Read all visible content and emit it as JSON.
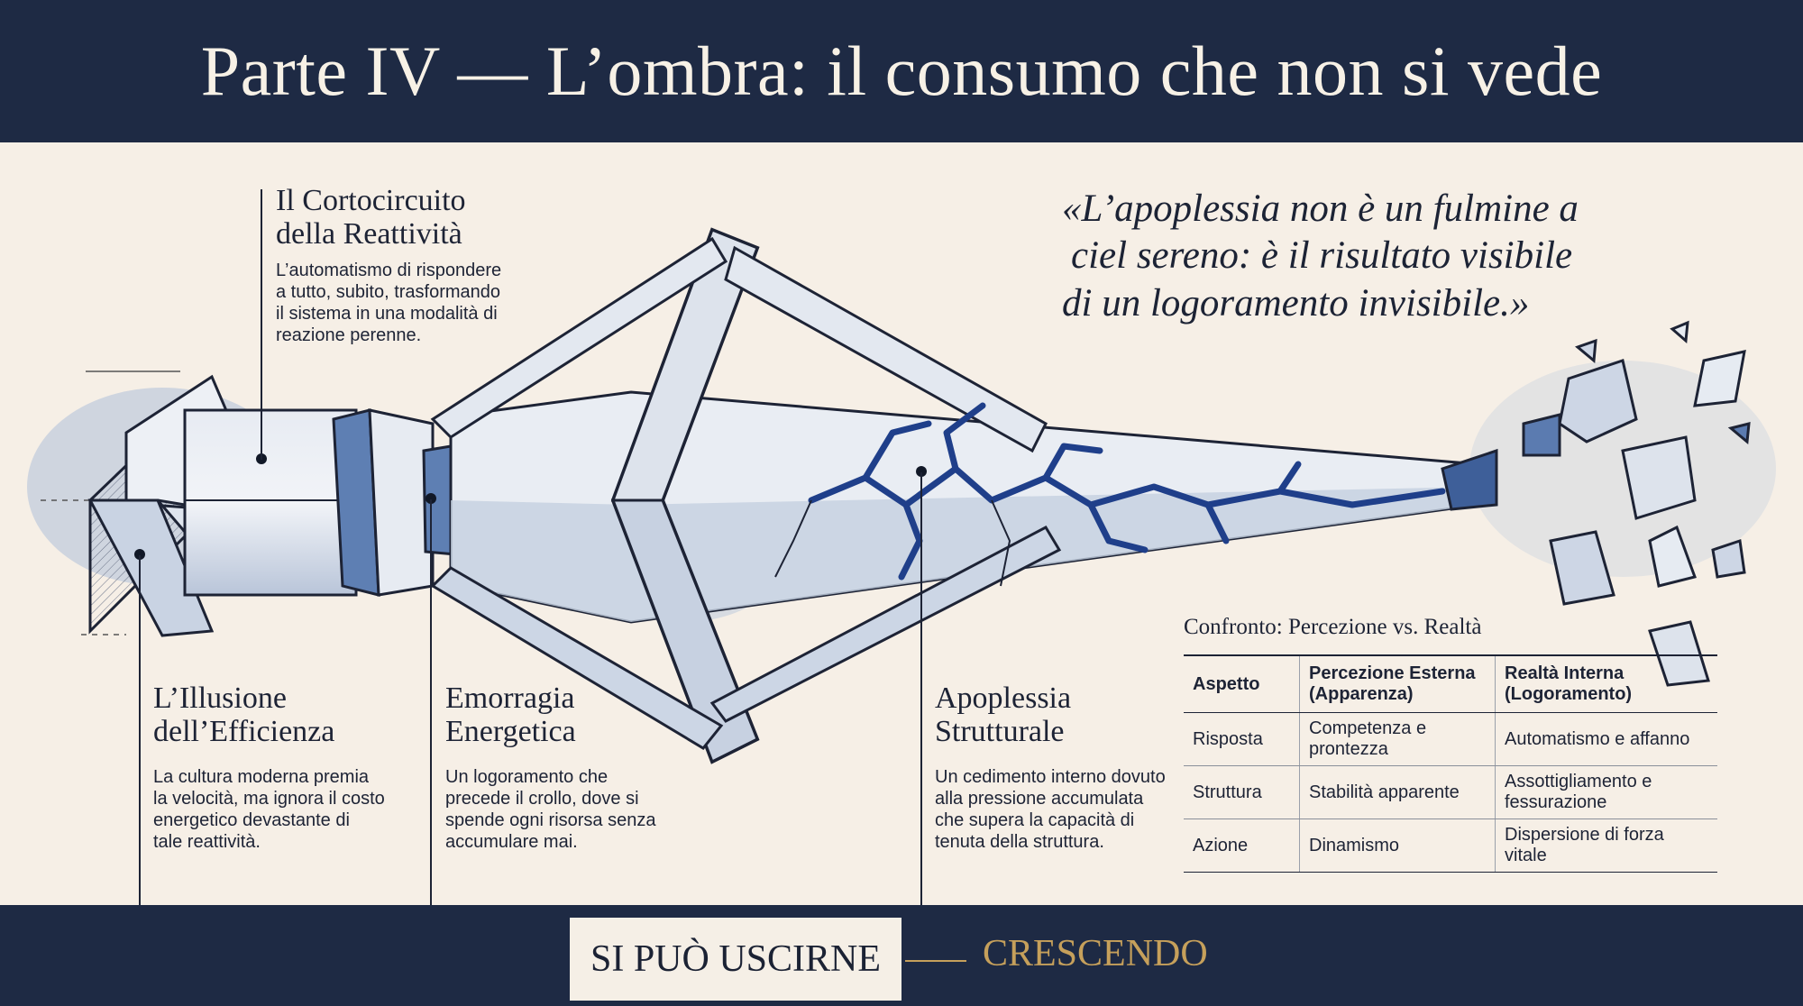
{
  "header": {
    "title": "Parte IV — L’ombra: il consumo che non si vede"
  },
  "quote": {
    "lines": [
      "«L’apoplessia non è un fulmine a",
      "ciel sereno: è il risultato visibile",
      "di un logoramento invisibile.»"
    ]
  },
  "callouts": {
    "cortocircuito": {
      "title_lines": [
        "Il Cortocircuito",
        "della Reattività"
      ],
      "body_lines": [
        "L’automatismo di rispondere",
        "a tutto, subito, trasformando",
        "il sistema in una modalità di",
        "reazione perenne."
      ]
    },
    "illusione": {
      "title_lines": [
        "L’Illusione",
        "dell’Efficienza"
      ],
      "body_lines": [
        "La cultura moderna premia",
        "la velocità, ma ignora il costo",
        "energetico devastante di",
        "tale reattività."
      ]
    },
    "emorragia": {
      "title_lines": [
        "Emorragia",
        "Energetica"
      ],
      "body_lines": [
        "Un logoramento che",
        "precede il crollo, dove si",
        "spende ogni risorsa senza",
        "accumulare mai."
      ]
    },
    "apoplessia": {
      "title_lines": [
        "Apoplessia",
        "Strutturale"
      ],
      "body_lines": [
        "Un cedimento interno dovuto",
        "alla pressione accumulata",
        "che supera la capacità di",
        "tenuta della struttura."
      ]
    }
  },
  "table": {
    "caption": "Confronto: Percezione vs. Realtà",
    "headers": [
      {
        "line1": "Aspetto",
        "line2": ""
      },
      {
        "line1": "Percezione Esterna",
        "line2": "(Apparenza)"
      },
      {
        "line1": "Realtà Interna",
        "line2": "(Logoramento)"
      }
    ],
    "rows": [
      {
        "aspetto": "Risposta",
        "percezione": [
          "Competenza e",
          "prontezza"
        ],
        "realta": [
          "Automatismo e affanno"
        ]
      },
      {
        "aspetto": "Struttura",
        "percezione": [
          "Stabilità apparente"
        ],
        "realta": [
          "Assottigliamento e",
          "fessurazione"
        ]
      },
      {
        "aspetto": "Azione",
        "percezione": [
          "Dinamismo"
        ],
        "realta": [
          "Dispersione di forza vitale"
        ]
      }
    ]
  },
  "footer": {
    "button_label": "SI PUÒ USCIRNE",
    "tagline": "CRESCENDO"
  },
  "colors": {
    "navy": "#1e2a44",
    "cream": "#f6efe6",
    "gold": "#c6a05b",
    "ink_blue": "#1f3f8a"
  }
}
